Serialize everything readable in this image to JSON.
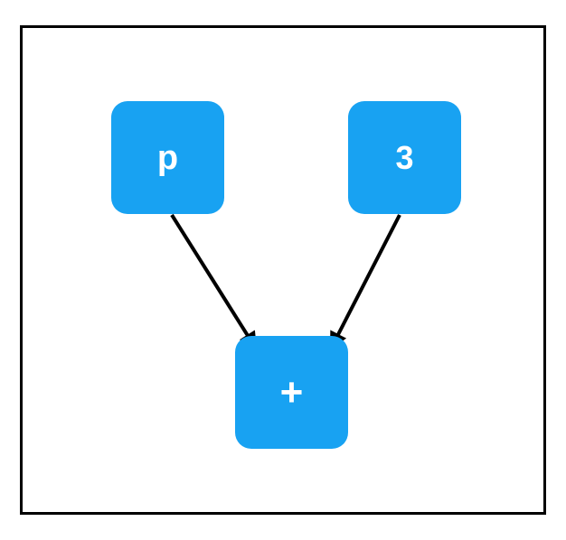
{
  "diagram": {
    "title": "expression-tree",
    "nodes": [
      {
        "id": "p",
        "label": "p"
      },
      {
        "id": "3",
        "label": "3"
      },
      {
        "id": "plus",
        "label": "+"
      }
    ],
    "edges": [
      {
        "from": "p",
        "to": "plus"
      },
      {
        "from": "3",
        "to": "plus"
      }
    ],
    "colors": {
      "node_fill": "#18a2f2",
      "node_text": "#ffffff",
      "edge": "#000000",
      "frame": "#000000",
      "background": "#ffffff"
    }
  }
}
